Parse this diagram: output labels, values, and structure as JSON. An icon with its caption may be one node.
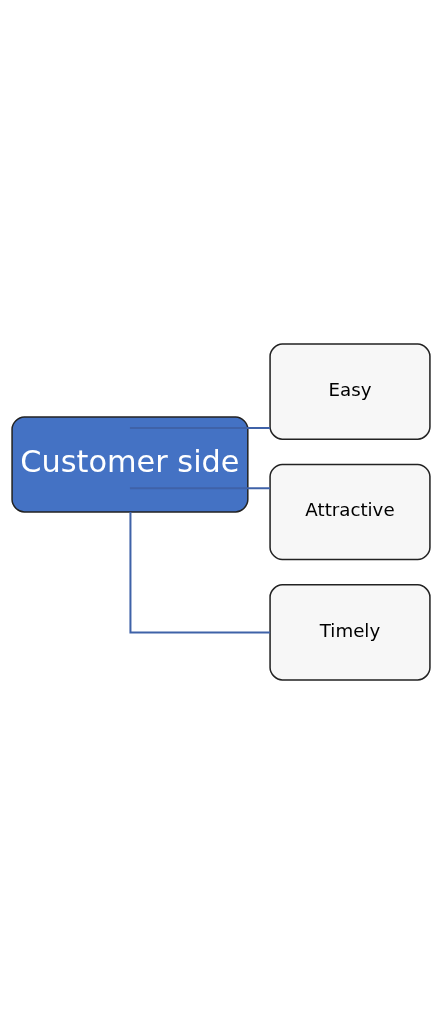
{
  "diagram": {
    "nodes": [
      {
        "text": [
          "Customer side"
        ]
      },
      {
        "text": [
          "Easy"
        ]
      },
      {
        "text": [
          "Attractive"
        ]
      },
      {
        "text": [
          "Timely"
        ]
      }
    ],
    "edges": [
      {
        "from": 0,
        "to": 1,
        "arrow": "none"
      },
      {
        "from": 0,
        "to": 2,
        "arrow": "none"
      },
      {
        "from": 0,
        "to": 3,
        "arrow": "none"
      }
    ]
  }
}
